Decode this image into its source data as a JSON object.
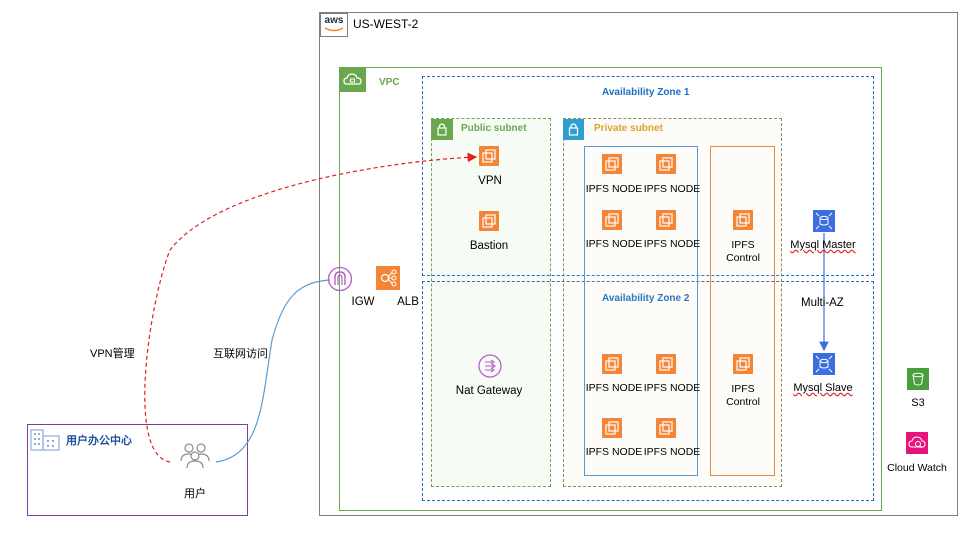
{
  "region": {
    "label": "US-WEST-2",
    "logo_text": "aws"
  },
  "vpc": {
    "label": "VPC"
  },
  "zones": {
    "zone1": "Availability Zone 1",
    "zone2": "Availability Zone 2"
  },
  "subnets": {
    "public": "Public subnet",
    "private": "Private subnet"
  },
  "nodes": {
    "vpn": "VPN",
    "bastion": "Bastion",
    "nat": "Nat Gateway",
    "igw": "IGW",
    "alb": "ALB",
    "ipfs_node": "IPFS NODE",
    "ipfs_control_line1": "IPFS",
    "ipfs_control_line2": "Control",
    "mysql_master": "Mysql Master",
    "mysql_slave": "Mysql Slave",
    "multi_az": "Multi-AZ",
    "s3": "S3",
    "cloudwatch": "Cloud Watch"
  },
  "office": {
    "title": "用户办公中心",
    "user": "用户"
  },
  "connections": {
    "vpn_link": "VPN管理",
    "internet_link": "互联网访问"
  },
  "colors": {
    "ec2": "#f58536",
    "vpc_green": "#6aa84f",
    "zone_blue": "#1f6fbf",
    "private_blue": "#2f9fd0",
    "mysql_blue": "#3b6fe0",
    "cloudwatch_pink": "#e7157b",
    "s3_green": "#4b9e3c",
    "office_purple": "#7b3f9e",
    "vpn_red": "#e02020",
    "internet_blue": "#5b9bd5",
    "control_orange": "#e98a3c"
  }
}
